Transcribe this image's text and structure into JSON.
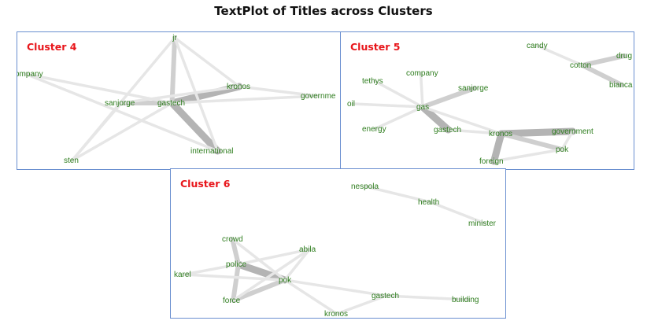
{
  "title": "TextPlot of Titles across Clusters",
  "colors": {
    "word": "#2e7d1e",
    "label": "#e8161b",
    "border": "#6a8fd0",
    "edge": "#bcbcbc"
  },
  "clusters": [
    {
      "id": "c4",
      "label": "Cluster 4",
      "words": [
        "jr",
        "company",
        "kronos",
        "sanjorge",
        "gastech",
        "governme",
        "international",
        "sten"
      ],
      "edges": [
        [
          "gastech",
          "kronos",
          3
        ],
        [
          "gastech",
          "international",
          3
        ],
        [
          "gastech",
          "jr",
          2
        ],
        [
          "gastech",
          "sanjorge",
          2
        ],
        [
          "kronos",
          "jr",
          1
        ],
        [
          "kronos",
          "governme",
          1
        ],
        [
          "gastech",
          "governme",
          1
        ],
        [
          "company",
          "gastech",
          1
        ],
        [
          "company",
          "international",
          1
        ],
        [
          "sanjorge",
          "sten",
          1
        ],
        [
          "gastech",
          "sten",
          1
        ],
        [
          "sanjorge",
          "kronos",
          1
        ],
        [
          "jr",
          "sten",
          1
        ],
        [
          "jr",
          "international",
          1
        ]
      ]
    },
    {
      "id": "c5",
      "label": "Cluster 5",
      "words": [
        "candy",
        "drug",
        "cotton",
        "bianca",
        "company",
        "tethys",
        "sanjorge",
        "oil",
        "gas",
        "energy",
        "gastech",
        "kronos",
        "government",
        "pok",
        "foreign"
      ],
      "edges": [
        [
          "gas",
          "gastech",
          3
        ],
        [
          "gas",
          "sanjorge",
          2
        ],
        [
          "gas",
          "company",
          1
        ],
        [
          "gas",
          "tethys",
          1
        ],
        [
          "gas",
          "oil",
          1
        ],
        [
          "gas",
          "energy",
          1
        ],
        [
          "gas",
          "kronos",
          1
        ],
        [
          "gastech",
          "kronos",
          1
        ],
        [
          "kronos",
          "government",
          3
        ],
        [
          "kronos",
          "pok",
          2
        ],
        [
          "kronos",
          "foreign",
          3
        ],
        [
          "government",
          "pok",
          1
        ],
        [
          "foreign",
          "pok",
          1
        ],
        [
          "cotton",
          "bianca",
          2
        ],
        [
          "cotton",
          "drug",
          2
        ],
        [
          "candy",
          "cotton",
          1
        ]
      ]
    },
    {
      "id": "c6",
      "label": "Cluster 6",
      "words": [
        "nespola",
        "health",
        "minister",
        "crowd",
        "abila",
        "police",
        "karel",
        "pok",
        "force",
        "gastech",
        "building",
        "kronos"
      ],
      "edges": [
        [
          "police",
          "pok",
          3
        ],
        [
          "force",
          "police",
          2
        ],
        [
          "force",
          "pok",
          2
        ],
        [
          "crowd",
          "police",
          2
        ],
        [
          "karel",
          "police",
          1
        ],
        [
          "karel",
          "pok",
          1
        ],
        [
          "abila",
          "pok",
          1
        ],
        [
          "abila",
          "police",
          1
        ],
        [
          "abila",
          "force",
          1
        ],
        [
          "crowd",
          "pok",
          1
        ],
        [
          "pok",
          "gastech",
          1
        ],
        [
          "pok",
          "kronos",
          1
        ],
        [
          "gastech",
          "building",
          1
        ],
        [
          "gastech",
          "kronos",
          1
        ],
        [
          "nespola",
          "health",
          1
        ],
        [
          "health",
          "minister",
          1
        ]
      ]
    }
  ]
}
